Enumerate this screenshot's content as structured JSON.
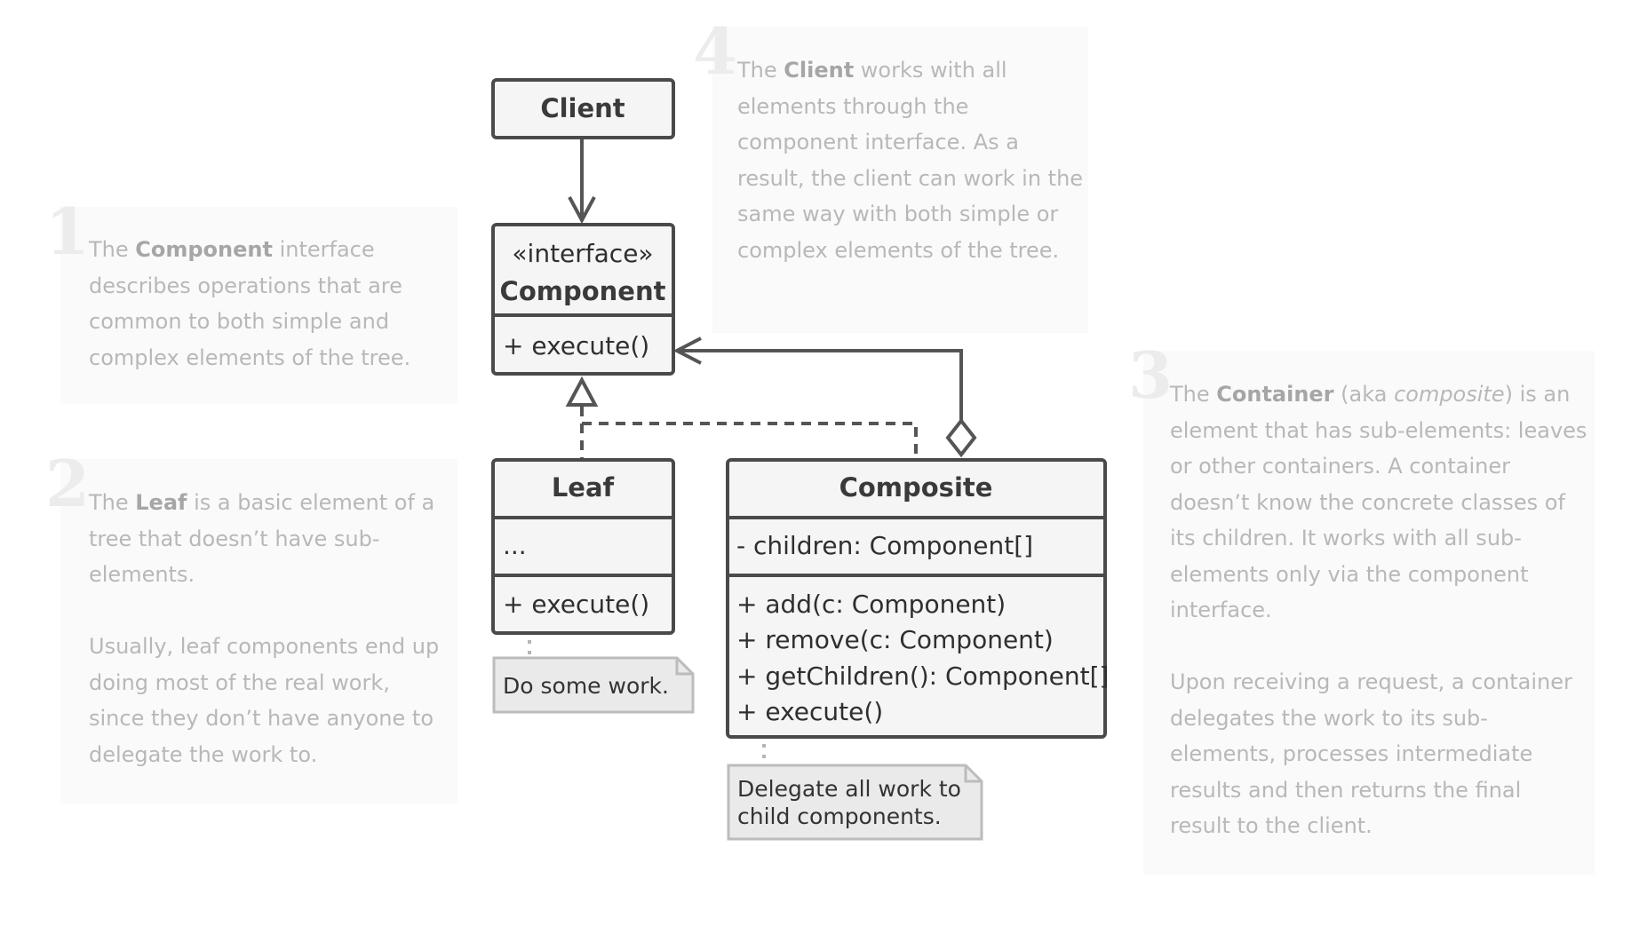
{
  "notes": [
    {
      "number": "1",
      "paragraphs": [
        [
          {
            "t": "The "
          },
          {
            "t": "Component",
            "b": true
          },
          {
            "t": " interface describes operations that are common to both simple and complex elements of the tree."
          }
        ]
      ]
    },
    {
      "number": "2",
      "paragraphs": [
        [
          {
            "t": "The "
          },
          {
            "t": "Leaf",
            "b": true
          },
          {
            "t": " is a basic element of a tree that doesn’t have sub-elements."
          }
        ],
        [
          {
            "t": "Usually, leaf components end up doing most of the real work, since they don’t have anyone to delegate the work to."
          }
        ]
      ]
    },
    {
      "number": "3",
      "paragraphs": [
        [
          {
            "t": "The "
          },
          {
            "t": "Container",
            "b": true
          },
          {
            "t": " (aka "
          },
          {
            "t": "composite",
            "i": true
          },
          {
            "t": ") is an element that has sub-elements: leaves or other containers. A container doesn’t know the concrete classes of its children. It works with all sub-elements only via the component interface."
          }
        ],
        [
          {
            "t": "Upon receiving a request, a container delegates the work to its sub-elements, processes intermediate results and then returns the final result to the client."
          }
        ]
      ]
    },
    {
      "number": "4",
      "paragraphs": [
        [
          {
            "t": "The "
          },
          {
            "t": "Client",
            "b": true
          },
          {
            "t": " works with all elements through the component interface. As a result, the client can work in the same way with both simple or complex elements of the tree."
          }
        ]
      ]
    }
  ],
  "classes": {
    "client": {
      "name": "Client"
    },
    "component": {
      "stereotype": "«interface»",
      "name": "Component",
      "methods": [
        "+ execute()"
      ]
    },
    "leaf": {
      "name": "Leaf",
      "fields": [
        "..."
      ],
      "methods": [
        "+ execute()"
      ]
    },
    "composite": {
      "name": "Composite",
      "fields": [
        "- children: Component[]"
      ],
      "methods": [
        "+ add(c: Component)",
        "+ remove(c: Component)",
        "+ getChildren(): Component[]",
        "+ execute()"
      ]
    }
  },
  "memos": {
    "leaf": [
      "Do some work."
    ],
    "composite": [
      "Delegate all work to",
      "child components."
    ]
  }
}
